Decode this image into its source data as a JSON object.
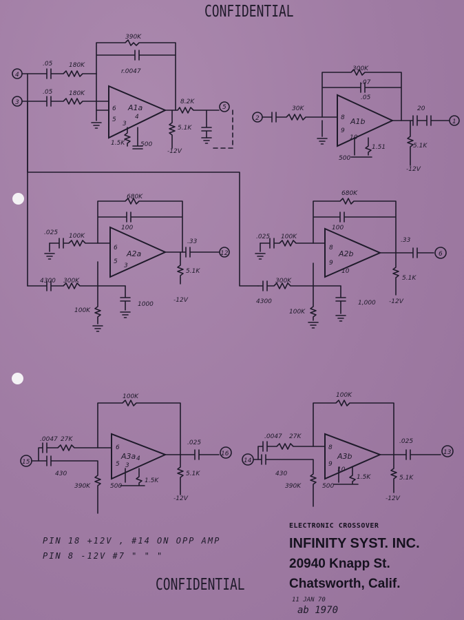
{
  "stamps": {
    "top": "CONFIDENTIAL",
    "bottom": "CONFIDENTIAL"
  },
  "title_block": {
    "subtitle": "ELECTRONIC CROSSOVER",
    "company": "INFINITY SYST. INC.",
    "street": "20940 Knapp St.",
    "city": "Chatsworth, Calif.",
    "date_line1": "11 JAN 70",
    "date_line2": "ab 1970"
  },
  "notes": {
    "line1": "PIN 18 +12V ,  #14 ON OPP AMP",
    "line2": "PIN 8  -12V    #7  \"   \"   \""
  },
  "labels": {
    "c1": {
      "fb": "390K",
      "fbc": "r.0047",
      "in1": ".05",
      "in1r": "180K",
      "in2": ".05",
      "in2r": "180K",
      "amp": "A1a",
      "p6": "6",
      "p5": "5",
      "p3": "3",
      "p4": "4",
      "r15": "1.5K",
      "c500": "500",
      "out_r": "8.2K",
      "out_sh": "5.1K",
      "vneg": "-12V",
      "node_in1": "4",
      "node_in2": "3",
      "node_out": "5"
    },
    "c2": {
      "fb": "300K",
      "fbc": ".05",
      "fbc2": ".07",
      "in_r": "30K",
      "amp": "A1b",
      "p8": "8",
      "p9": "9",
      "p10": "10",
      "r151": "1.51",
      "c500": "500",
      "out_c": "20",
      "out_r": "5.1K",
      "vneg": "-12V",
      "node_in": "2",
      "node_out": "1"
    },
    "c3": {
      "fb": "680K",
      "fbc": "100",
      "in_c": ".025",
      "in_r": "100K",
      "c2": "4300",
      "r2": "300K",
      "amp": "A2a",
      "p6": "6",
      "p5": "5",
      "p3": "3",
      "r_gnd": "100K",
      "c1000": "1000",
      "out_c": ".33",
      "out_r": "5.1K",
      "vneg": "-12V",
      "node_out": "12"
    },
    "c4": {
      "fb": "680K",
      "fbc": "100",
      "in_c": ".025",
      "in_r": "100K",
      "c2": "4300",
      "r2": "300K",
      "amp": "A2b",
      "p8": "8",
      "p9": "9",
      "p10": "10",
      "r_gnd": "100K",
      "c1000": "1,000",
      "out_c": ".33",
      "out_r": "5.1K",
      "vneg": "-12V",
      "node_out": "6"
    },
    "c5": {
      "fb": "100K",
      "in_c": ".0047",
      "in_r": "27K",
      "c2": "430",
      "amp": "A3a",
      "p6": "6",
      "p5": "5",
      "p3": "3",
      "p4": "4",
      "r_gnd": "390K",
      "r15": "1.5K",
      "c500": "500",
      "out_c": ".025",
      "out_r": "5.1K",
      "vneg": "-12V",
      "node_in": "15",
      "node_out": "16"
    },
    "c6": {
      "fb": "100K",
      "in_c": ".0047",
      "in_r": "27K",
      "c2": "430",
      "amp": "A3b",
      "p8": "8",
      "p9": "9",
      "p10": "10",
      "r_gnd": "390K",
      "r15": "1.5K",
      "c500": "500",
      "out_c": ".025",
      "out_r": "5.1K",
      "vneg": "-12V",
      "node_in": "14",
      "node_out": "13"
    }
  },
  "colors": {
    "paper": "#a27ea6",
    "ink": "#1e1a2a",
    "hole": "#f4f2f5"
  }
}
